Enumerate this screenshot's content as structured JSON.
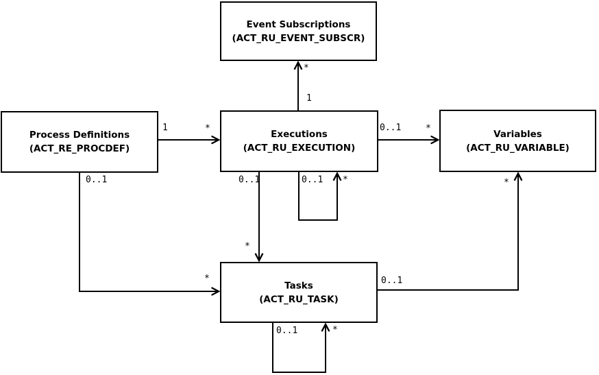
{
  "diagram": {
    "kind": "entity-relationship",
    "background_color": "#ffffff",
    "line_color": "#000000",
    "nodes": [
      {
        "id": "event-subscriptions",
        "title": "Event Subscriptions",
        "table": "(ACT_RU_EVENT_SUBSCR)"
      },
      {
        "id": "process-definitions",
        "title": "Process Definitions",
        "table": "(ACT_RE_PROCDEF)"
      },
      {
        "id": "executions",
        "title": "Executions",
        "table": "(ACT_RU_EXECUTION)"
      },
      {
        "id": "variables",
        "title": "Variables",
        "table": "(ACT_RU_VARIABLE)"
      },
      {
        "id": "tasks",
        "title": "Tasks",
        "table": "(ACT_RU_TASK)"
      }
    ],
    "edges": [
      {
        "id": "executions-to-event-subscriptions",
        "from": "executions",
        "to": "event-subscriptions",
        "from_label": "1",
        "to_label": "*"
      },
      {
        "id": "process-definitions-to-executions",
        "from": "process-definitions",
        "to": "executions",
        "from_label": "1",
        "to_label": "*"
      },
      {
        "id": "executions-to-variables",
        "from": "executions",
        "to": "variables",
        "from_label": "0..1",
        "to_label": "*"
      },
      {
        "id": "executions-to-tasks",
        "from": "executions",
        "to": "tasks",
        "from_label": "0..1",
        "to_label": "*"
      },
      {
        "id": "executions-self-loop",
        "from": "executions",
        "to": "executions",
        "from_label": "0..1",
        "to_label": "*"
      },
      {
        "id": "process-definitions-to-tasks",
        "from": "process-definitions",
        "to": "tasks",
        "from_label": "0..1",
        "to_label": "*"
      },
      {
        "id": "tasks-to-variables",
        "from": "tasks",
        "to": "variables",
        "from_label": "0..1",
        "to_label": "*"
      },
      {
        "id": "tasks-self-loop",
        "from": "tasks",
        "to": "tasks",
        "from_label": "0..1",
        "to_label": "*"
      }
    ]
  }
}
